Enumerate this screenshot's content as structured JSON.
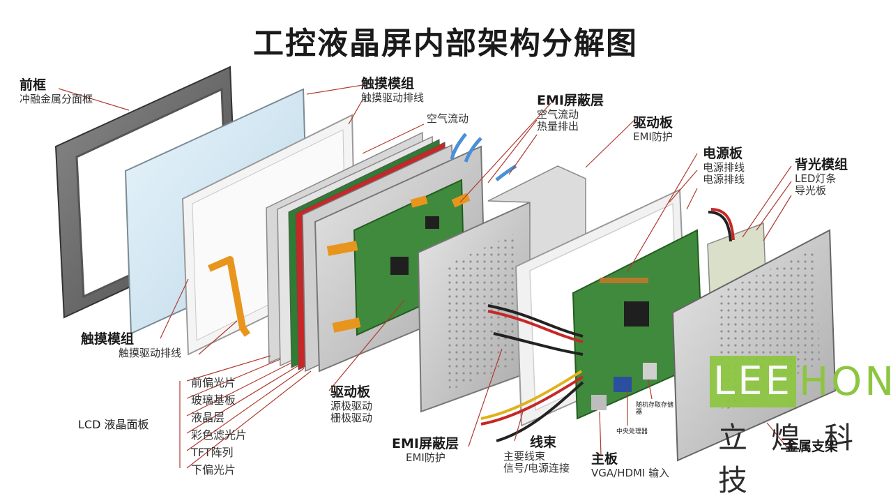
{
  "title": "工控液晶屏内部架构分解图",
  "labels": {
    "front_frame": {
      "title": "前框",
      "sub": "冲融金属分面框"
    },
    "touch_module_top": {
      "title": "触摸模组",
      "sub": "触摸驱动排线"
    },
    "airflow_1": "空气流动",
    "emi_layer_top": {
      "title": "EMI屏蔽层",
      "sub1": "空气流动",
      "sub2": "热量排出"
    },
    "driver_board_top": {
      "title": "驱动板",
      "sub": "EMI防护"
    },
    "power_board": {
      "title": "电源板",
      "sub1": "电源排线",
      "sub2": "电源排线"
    },
    "backlight": {
      "title": "背光模组",
      "sub1": "LED灯条",
      "sub2": "导光板"
    },
    "touch_module_bottom": {
      "title": "触摸模组",
      "sub": "触摸驱动排线"
    },
    "lcd_panel": "LCD 液晶面板",
    "lcd_layers": [
      "前偏光片",
      "玻璃基板",
      "液晶层",
      "彩色滤光片",
      "TFT阵列",
      "下偏光片"
    ],
    "driver_board_bottom": {
      "title": "驱动板",
      "sub1": "源极驱动",
      "sub2": "栅极驱动"
    },
    "emi_layer_bottom": {
      "title": "EMI屏蔽层",
      "sub": "EMI防护"
    },
    "harness": {
      "title": "线束",
      "sub1": "主要线束",
      "sub2": "信号/电源连接"
    },
    "mainboard": {
      "title": "主板",
      "sub": "VGA/HDMI 输入"
    },
    "ram": "随机存取存储器",
    "cpu": "中央处理器",
    "bracket": "金属支架"
  },
  "watermark": {
    "lee": "LEE",
    "hon": "HON",
    "cn": "立煌科技"
  },
  "colors": {
    "frame": "#6e6e6e",
    "glass": "#cfe6f2",
    "pcb": "#3f8a3c",
    "flex": "#e8951e",
    "metal": "#c9c9c9",
    "leader": "#c0392b",
    "brand": "#8cc63f"
  }
}
